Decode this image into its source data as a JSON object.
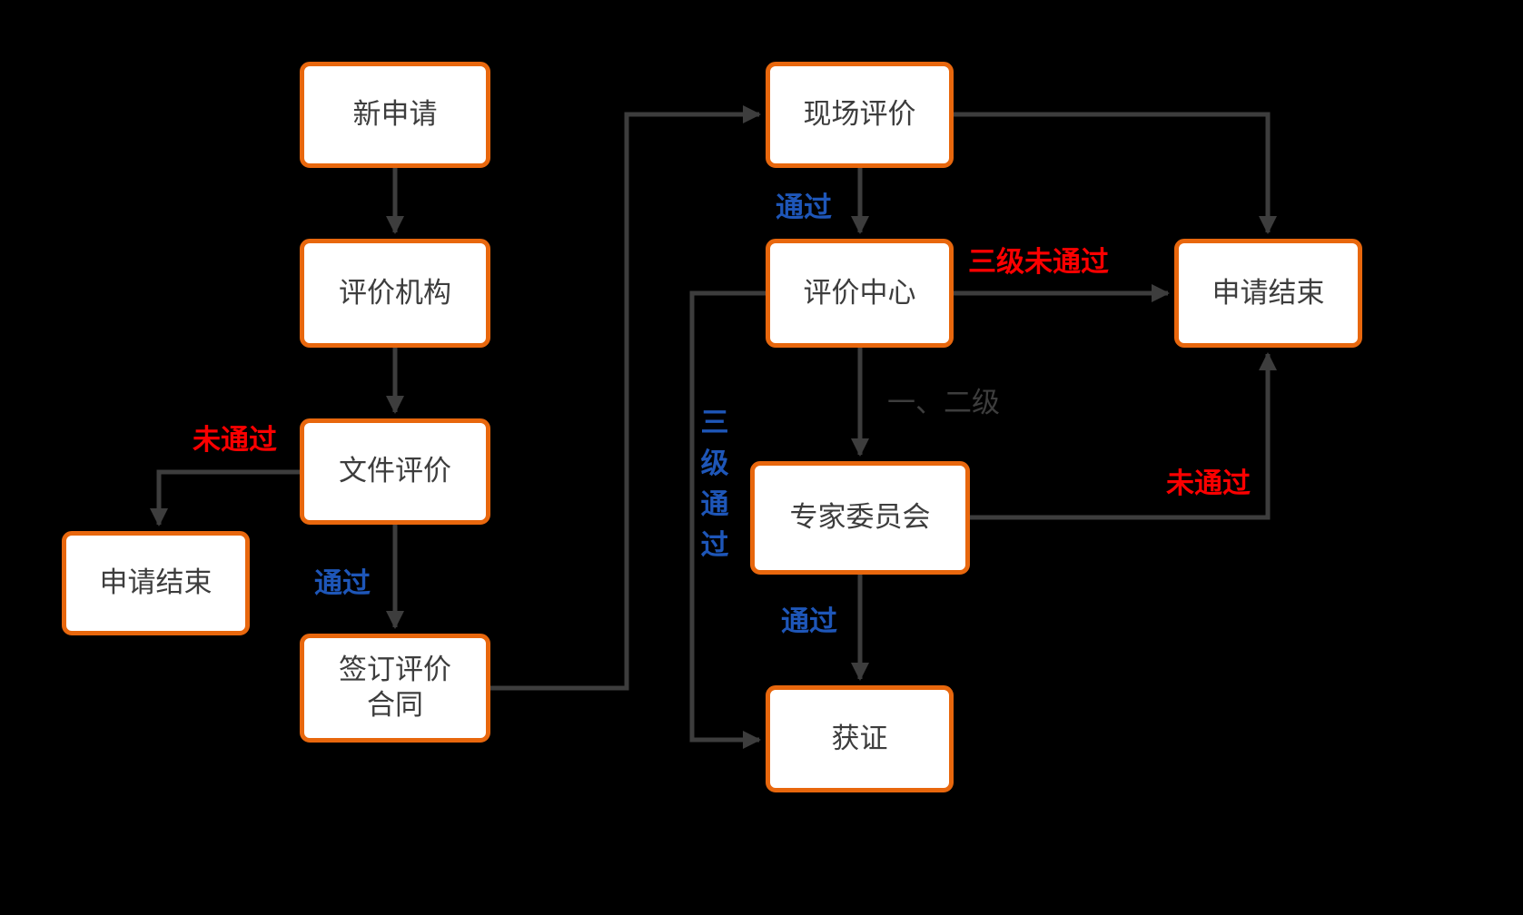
{
  "colors": {
    "background": "#000000",
    "node_fill": "#ffffff",
    "node_border": "#e8670d",
    "node_text": "#3d3d3d",
    "line_color": "#3d3d3d",
    "label_blue": "#1e56b8",
    "label_red": "#fb0000"
  },
  "diagram": {
    "nodes": {
      "new_application": {
        "label": "新申请"
      },
      "evaluation_agency": {
        "label": "评价机构"
      },
      "document_evaluation": {
        "label": "文件评价"
      },
      "application_end_left": {
        "label": "申请结束"
      },
      "sign_contract": {
        "label": "签订评价\n合同"
      },
      "onsite_evaluation": {
        "label": "现场评价"
      },
      "evaluation_center": {
        "label": "评价中心"
      },
      "application_end_right": {
        "label": "申请结束"
      },
      "expert_committee": {
        "label": "专家委员会"
      },
      "obtain_certificate": {
        "label": "获证"
      }
    },
    "edge_labels": {
      "document_fail": "未通过",
      "document_pass": "通过",
      "onsite_pass": "通过",
      "level3_fail": "三级未通过",
      "level_one_two": "一、二级",
      "expert_fail": "未通过",
      "expert_pass": "通过",
      "level3_pass": "三级通过"
    }
  }
}
